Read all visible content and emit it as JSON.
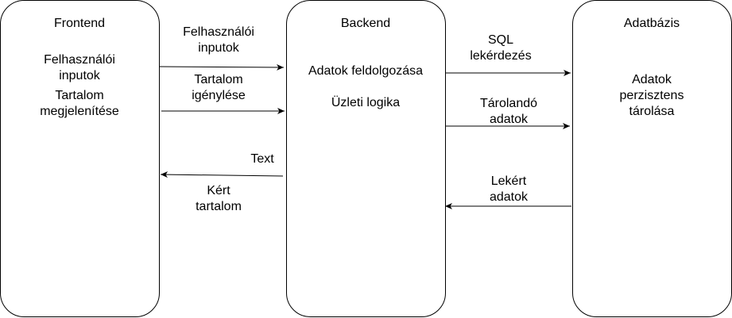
{
  "colors": {
    "stroke": "#000000",
    "fill": "#ffffff",
    "text": "#000000"
  },
  "boxes": {
    "frontend": {
      "title": "Frontend",
      "item1": "Felhasználói\ninputok",
      "item2": "Tartalom\nmegjelenítése"
    },
    "backend": {
      "title": "Backend",
      "item1": "Adatok feldolgozása",
      "item2": "Üzleti logika"
    },
    "database": {
      "title": "Adatbázis",
      "item1": "Adatok perzisztens\ntárolása"
    }
  },
  "arrows": {
    "user_inputs": "Felhasználói\ninputok",
    "content_request": "Tartalom\nigénylése",
    "text": "Text",
    "requested_content": "Kért\ntartalom",
    "sql_query": "SQL\nlekérdezés",
    "data_to_store": "Tárolandó\nadatok",
    "fetched_data": "Lekért\nadatok"
  }
}
